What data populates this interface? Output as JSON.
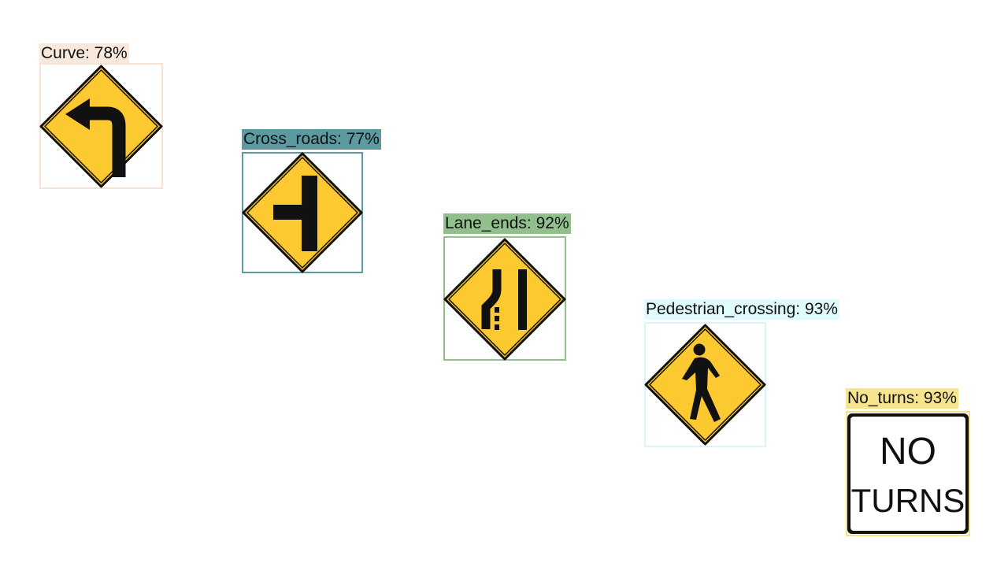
{
  "detections": [
    {
      "label": "Curve: 78%",
      "sign_type": "curve-left-sign",
      "box_color": "#f6e3d6"
    },
    {
      "label": "Cross_roads: 77%",
      "sign_type": "side-road-sign",
      "box_color": "#5b9aa0"
    },
    {
      "label": "Lane_ends: 92%",
      "sign_type": "lane-ends-sign",
      "box_color": "#92c08d"
    },
    {
      "label": "Pedestrian_crossing: 93%",
      "sign_type": "pedestrian-crossing-sign",
      "box_color": "#d8f6fa"
    },
    {
      "label": "No_turns: 93%",
      "sign_type": "no-turns-sign",
      "box_color": "#f0e18a"
    }
  ],
  "signs": {
    "no_turns": {
      "line1": "NO",
      "line2": "TURNS"
    }
  },
  "colors": {
    "sign_yellow": "#fcc930",
    "sign_black": "#111111"
  }
}
